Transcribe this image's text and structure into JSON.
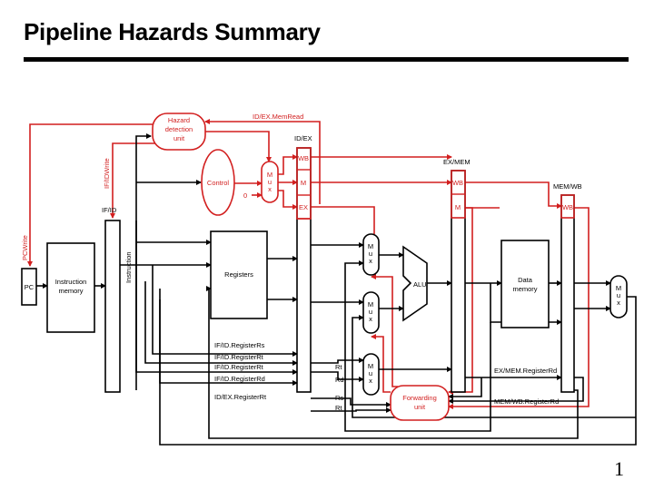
{
  "title": "Pipeline Hazards Summary",
  "page_number": "1",
  "colors": {
    "control_path": "#d21f1f",
    "datapath": "#000000"
  },
  "diagram": {
    "hazard_unit": [
      "Hazard",
      "detection",
      "unit"
    ],
    "control": "Control",
    "zero": "0",
    "mux_letters": [
      "M",
      "u",
      "x"
    ],
    "pc": "PC",
    "instruction_memory": [
      "Instruction",
      "memory"
    ],
    "instruction": "Instruction",
    "registers": "Registers",
    "alu": "ALU",
    "data_memory": [
      "Data",
      "memory"
    ],
    "forwarding_unit": [
      "Forwarding",
      "unit"
    ],
    "pipe_regs": {
      "if_id": "IF/ID",
      "id_ex": "ID/EX",
      "ex_mem": "EX/MEM",
      "mem_wb": "MEM/WB"
    },
    "id_ex_fields": [
      "WB",
      "M",
      "EX"
    ],
    "ex_mem_fields": [
      "WB",
      "M"
    ],
    "mem_wb_fields": [
      "WB"
    ],
    "signals": {
      "memread": "ID/EX.MemRead",
      "ifidwrite": "IF/IDWrite",
      "pcwrite": "PCWrite",
      "ifid_rs": "IF/ID.RegisterRs",
      "ifid_rt1": "IF/ID.RegisterRt",
      "ifid_rt2": "IF/ID.RegisterRt",
      "ifid_rd": "IF/ID.RegisterRd",
      "idex_rt": "ID/EX.RegisterRt",
      "exmem_rd": "EX/MEM.RegisterRd",
      "memwb_rd": "MEM/WB.RegisterRd"
    },
    "field_labels": {
      "rt": "Rt",
      "rd": "Rd",
      "rs": "Rs",
      "rt2": "Rt"
    }
  }
}
